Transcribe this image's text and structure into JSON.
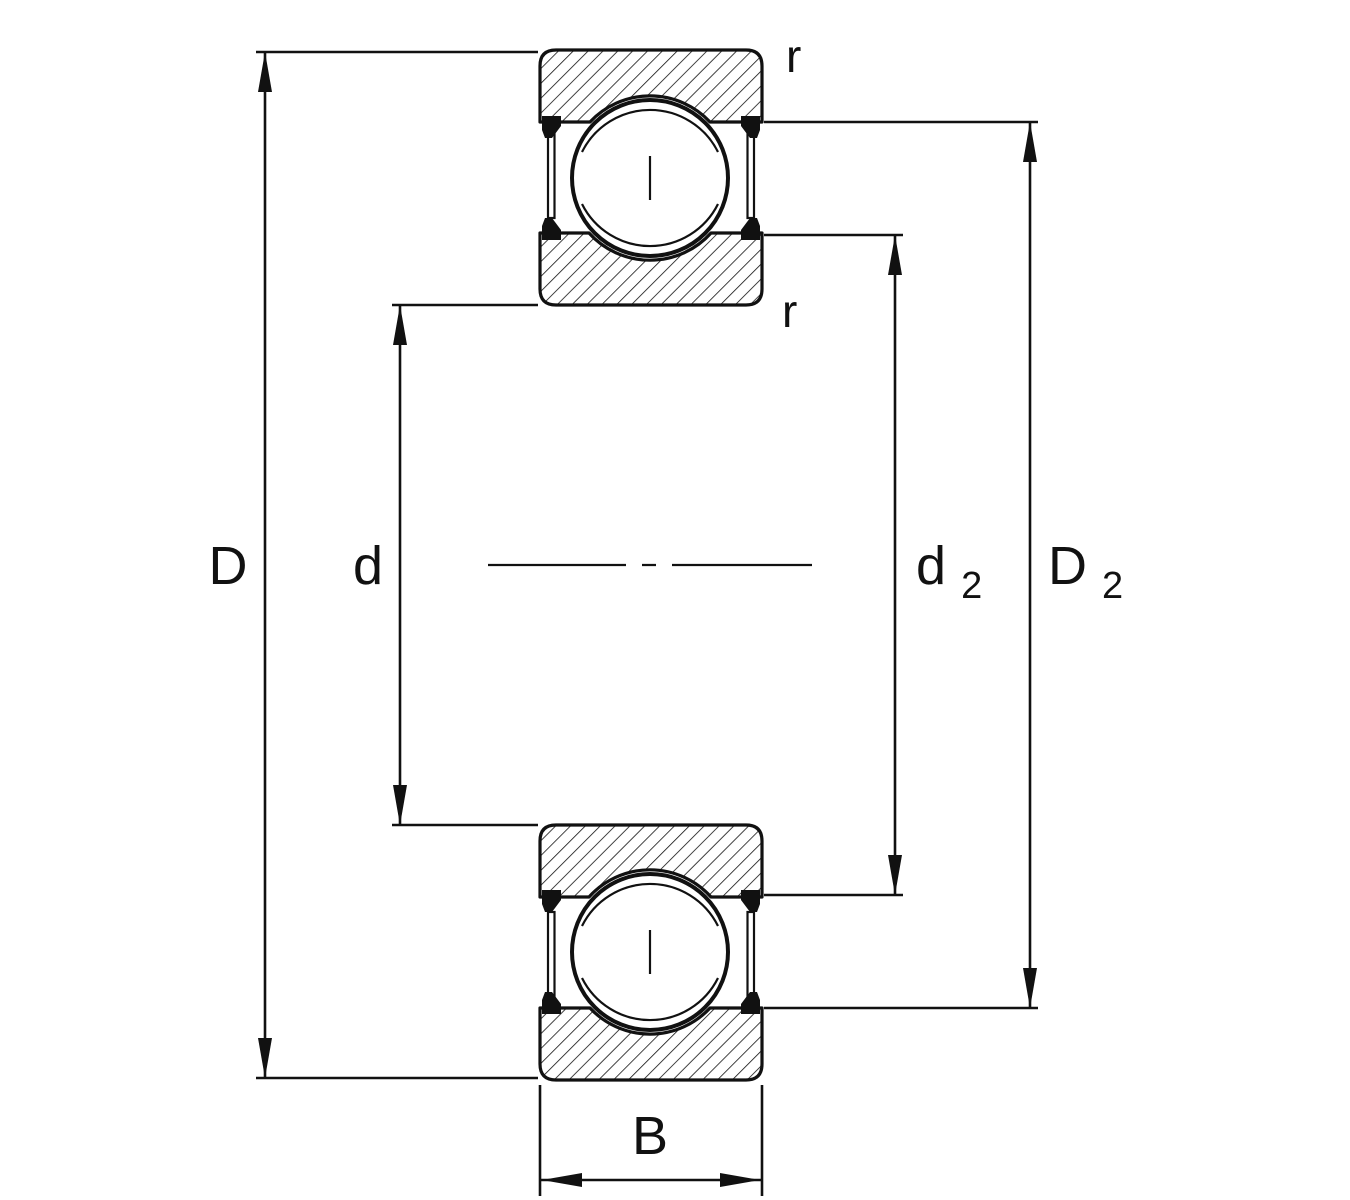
{
  "diagram": {
    "type": "deep-groove-ball-bearing-cross-section",
    "background": "#ffffff",
    "line_color": "#111111",
    "labels": {
      "outer_diameter": "D",
      "bore_diameter": "d",
      "inner_shoulder": {
        "base": "d",
        "sub": "2"
      },
      "outer_shoulder": {
        "base": "D",
        "sub": "2"
      },
      "width": "B",
      "radius_top": "r",
      "radius_bottom": "r"
    }
  }
}
